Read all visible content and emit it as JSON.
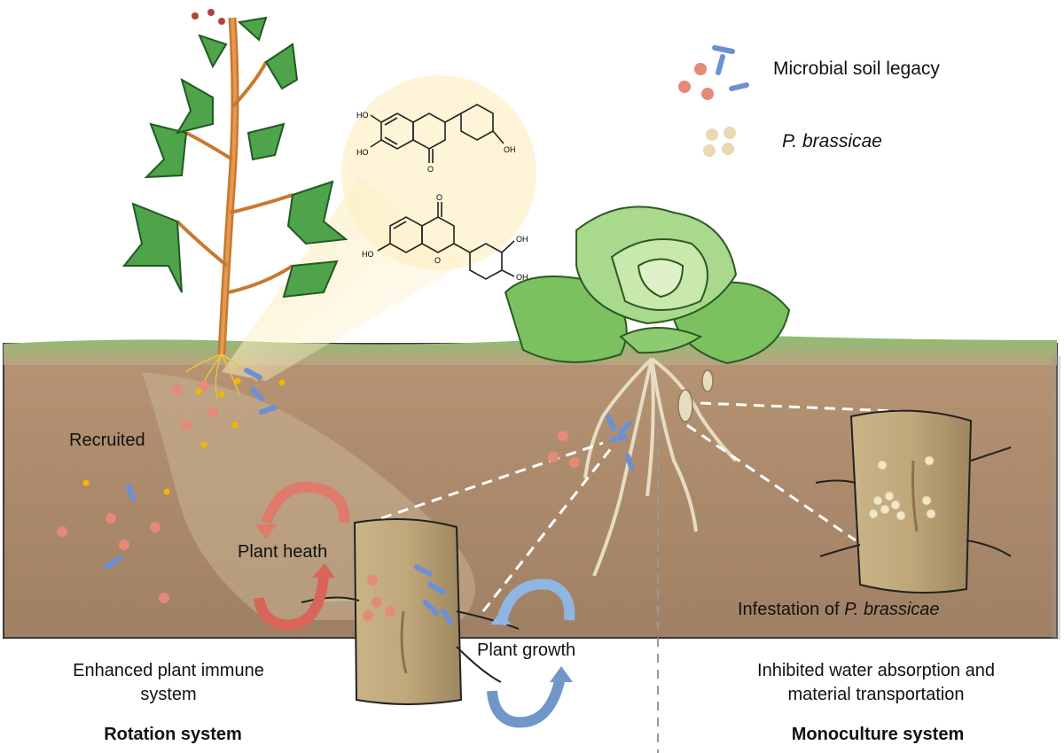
{
  "legend": {
    "microbial_soil_legacy": "Microbial soil legacy",
    "pathogen_prefix": "",
    "pathogen_name": "P. brassicae"
  },
  "labels": {
    "recruited": "Recruited",
    "plant_health": "Plant heath",
    "plant_growth": "Plant growth",
    "infestation_prefix": "Infestation of ",
    "infestation_pathogen": "P. brassicae",
    "rotation_effect_line1": "Enhanced plant immune",
    "rotation_effect_line2": "system",
    "monoculture_effect_line1": "Inhibited water absorption and",
    "monoculture_effect_line2": "material transportation",
    "rotation_system": "Rotation system",
    "monoculture_system": "Monoculture system"
  },
  "molecules": {
    "isoflavone_OH_left_top": "HO",
    "isoflavone_OH_left_bottom": "HO",
    "isoflavone_O": "O",
    "isoflavone_OH_right": "OH",
    "flavone_O_top": "O",
    "flavone_HO_left": "HO",
    "flavone_O_ring": "O",
    "flavone_OH_right_top": "OH",
    "flavone_OH_right_bottom": "OH"
  },
  "colors": {
    "soil": "#A8876A",
    "grass": "#7FB069",
    "microbe_red": "#E58A78",
    "microbe_blue": "#6C8FD6",
    "pathogen_spore": "#E9D9B0",
    "exudate_yellow": "#F2B705",
    "health_arrow": "#E07A6A",
    "growth_arrow": "#7FA8D9"
  }
}
